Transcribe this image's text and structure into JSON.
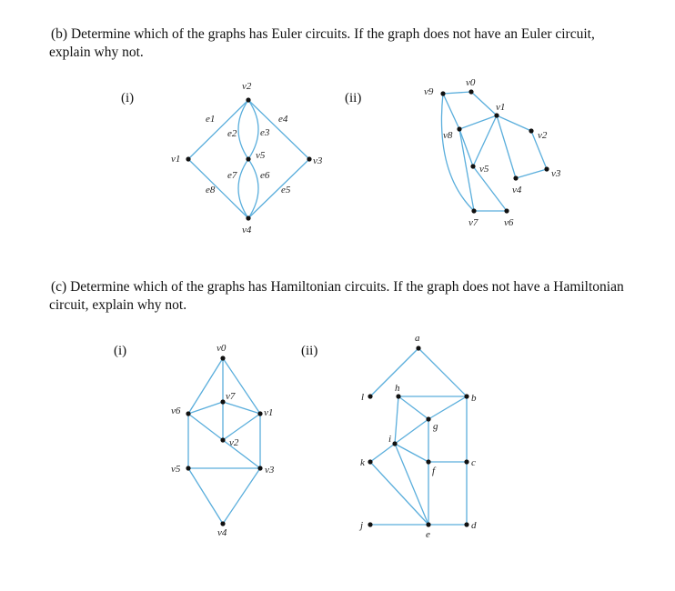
{
  "part_b": {
    "heading_start": "(b) Determine which of the graphs has Euler circuits. If the graph does not have an Euler circuit,",
    "heading_end": "explain why not.",
    "label_i": "(i)",
    "label_ii": "(ii)"
  },
  "part_c": {
    "heading_start_a": "(c) Determine which of the graphs has ",
    "heading_bold_1": "Hamiltonian",
    "heading_start_b": " circuits. If the graph does not have a ",
    "heading_bold_2": "Hamiltonian",
    "heading_end": "circuit, explain why not.",
    "label_i": "(i)",
    "label_ii": "(ii)"
  },
  "graphs": {
    "b1": {
      "vertices": [
        "v1",
        "v2",
        "v3",
        "v4",
        "v5"
      ],
      "edges": [
        "e1",
        "e2",
        "e3",
        "e4",
        "e5",
        "e6",
        "e7",
        "e8"
      ]
    },
    "b2": {
      "vertices": [
        "v0",
        "v1",
        "v2",
        "v3",
        "v4",
        "v5",
        "v6",
        "v7",
        "v8",
        "v9"
      ]
    },
    "c1": {
      "vertices": [
        "v0",
        "v1",
        "v2",
        "v3",
        "v4",
        "v5",
        "v6",
        "v7"
      ]
    },
    "c2": {
      "vertices": [
        "a",
        "b",
        "c",
        "d",
        "e",
        "f",
        "g",
        "h",
        "i",
        "j",
        "k",
        "l"
      ]
    }
  }
}
